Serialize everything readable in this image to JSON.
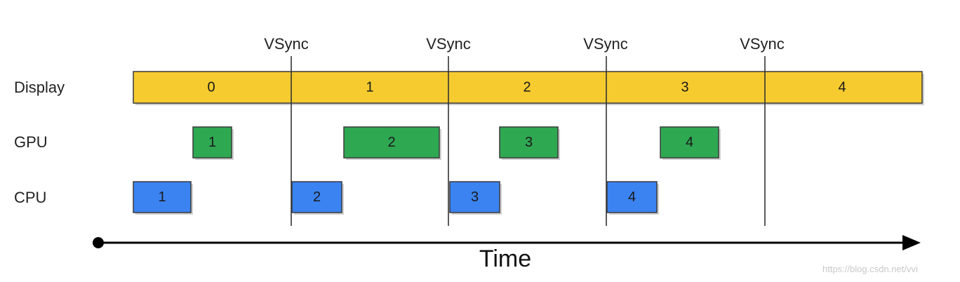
{
  "rows": {
    "display": "Display",
    "gpu": "GPU",
    "cpu": "CPU"
  },
  "vsync_label": "VSync",
  "vsync_lines": [
    "VSync",
    "VSync",
    "VSync",
    "VSync"
  ],
  "display_frames": [
    "0",
    "1",
    "2",
    "3",
    "4"
  ],
  "gpu_blocks": [
    "1",
    "2",
    "3",
    "4"
  ],
  "cpu_blocks": [
    "1",
    "2",
    "3",
    "4"
  ],
  "axis_label": "Time",
  "watermark": "https://blog.csdn.net/vvi",
  "colors": {
    "display": "#f5cb2f",
    "gpu": "#2fa852",
    "cpu": "#3b83f0",
    "line": "#333333",
    "axis": "#000000"
  }
}
